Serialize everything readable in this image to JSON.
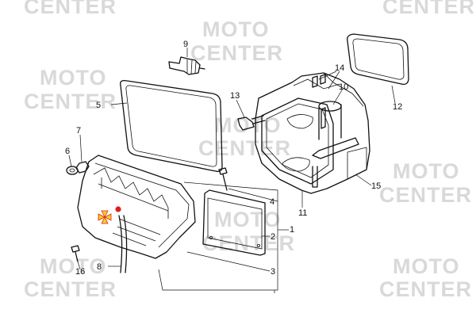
{
  "watermark": {
    "line1": "MOTO",
    "line2": "CENTER"
  },
  "callouts": [
    {
      "id": "1",
      "label": "1"
    },
    {
      "id": "2",
      "label": "2"
    },
    {
      "id": "3",
      "label": "3"
    },
    {
      "id": "4",
      "label": "4"
    },
    {
      "id": "5",
      "label": "5"
    },
    {
      "id": "6",
      "label": "6"
    },
    {
      "id": "7",
      "label": "7"
    },
    {
      "id": "8",
      "label": "8"
    },
    {
      "id": "9",
      "label": "9"
    },
    {
      "id": "10",
      "label": "10"
    },
    {
      "id": "11",
      "label": "11"
    },
    {
      "id": "12",
      "label": "12"
    },
    {
      "id": "13",
      "label": "13"
    },
    {
      "id": "14",
      "label": "14"
    },
    {
      "id": "15",
      "label": "15"
    },
    {
      "id": "16",
      "label": "16"
    }
  ],
  "colors": {
    "watermark": "#d9d9d9",
    "lines": "#111111",
    "marker_red": "#e02020",
    "marker_yellow": "#f2d21b"
  }
}
